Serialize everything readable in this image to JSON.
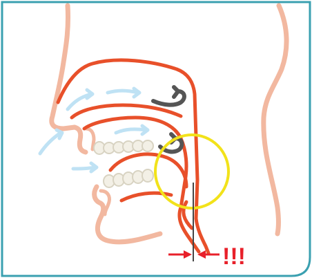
{
  "colors": {
    "frame_border": "#3aa0b0",
    "skin_outline": "#f2b8a0",
    "airway": "#e8502a",
    "airflow_in": "#bfe2f4",
    "airflow_blocked": "#555555",
    "teeth": "#f3f0e6",
    "teeth_outline": "#d8d3c2",
    "highlight_circle": "#f2e21a",
    "narrowing_marker": "#e8202a",
    "reference_line": "#444444"
  },
  "icons": {
    "inhale_arrows": "light-blue-curved-arrows",
    "blocked_arrows": "dark-gray-hook-arrows",
    "narrowing_arrows": "red-pointing-arrows"
  },
  "warning": {
    "label": "!!!"
  }
}
